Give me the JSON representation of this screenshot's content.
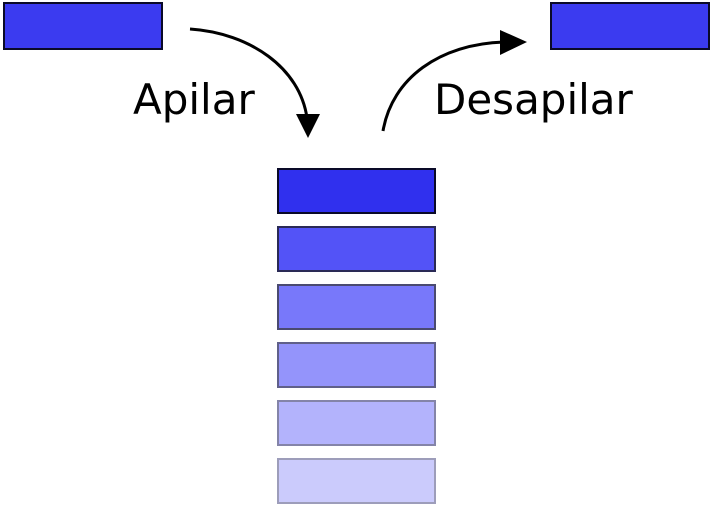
{
  "diagram": {
    "title_visible": false,
    "background_color": "#ffffff",
    "stroke_color": "#0a0a28",
    "text_color": "#000000"
  },
  "operations": [
    {
      "id": "push",
      "label": "Apilar",
      "direction": "into-stack",
      "arrow": "curved-arrow-down-right"
    },
    {
      "id": "pop",
      "label": "Desapilar",
      "direction": "out-of-stack",
      "arrow": "curved-arrow-up-right"
    }
  ],
  "top_blocks": [
    {
      "id": "source",
      "color": "#3b3bf0",
      "border_color": "#0a0a28"
    },
    {
      "id": "target",
      "color": "#3b3bf0",
      "border_color": "#0a0a28"
    }
  ],
  "stack": {
    "count": 6,
    "cells": [
      {
        "index": 0,
        "color": "#3030ee",
        "border_color": "#0a0a28"
      },
      {
        "index": 1,
        "color": "#5353f7",
        "border_color": "#2a2a55"
      },
      {
        "index": 2,
        "color": "#7878fa",
        "border_color": "#4a4a70"
      },
      {
        "index": 3,
        "color": "#9494fb",
        "border_color": "#60608a"
      },
      {
        "index": 4,
        "color": "#b3b3fc",
        "border_color": "#8484a8"
      },
      {
        "index": 5,
        "color": "#cbcbfc",
        "border_color": "#9d9dba"
      }
    ]
  }
}
